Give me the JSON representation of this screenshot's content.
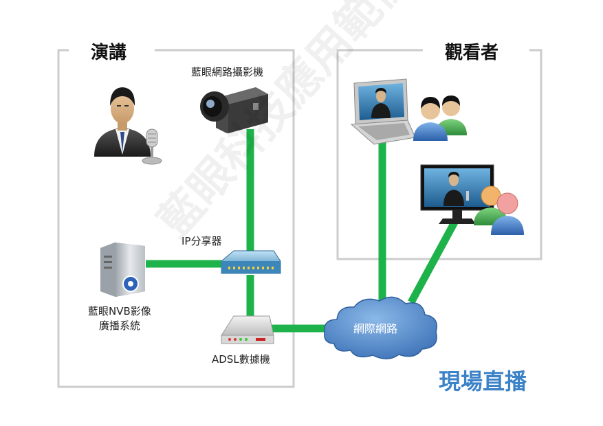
{
  "sections": {
    "speaker": {
      "title": "演講"
    },
    "viewer": {
      "title": "觀看者"
    }
  },
  "devices": {
    "camera": "藍眼網路攝影機",
    "router": "IP分享器",
    "nvb_line1": "藍眼NVB影像",
    "nvb_line2": "廣播系統",
    "adsl": "ADSL數據機",
    "internet": "網際網路"
  },
  "caption": "現場直播",
  "watermark": "藍眼科技應用範例",
  "colors": {
    "link": "#1db34a",
    "frame": "#cccccc",
    "cloud": "#4f86c6",
    "caption": "#3b82c8"
  },
  "icons": [
    "speaker-person-icon",
    "microphone-icon",
    "camera-icon",
    "server-icon",
    "router-icon",
    "modem-icon",
    "cloud-icon",
    "laptop-icon",
    "monitor-icon",
    "users-icon"
  ]
}
